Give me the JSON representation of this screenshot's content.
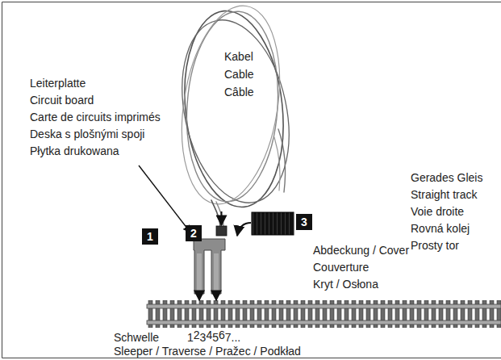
{
  "diagram": {
    "labels": [
      "Leiterplatte",
      "Circuit board",
      "Carte de circuits imprimés",
      "Deska s plošnými spoji",
      "Płytka drukowana",
      "Kabel",
      "Cable",
      "Câble",
      "1",
      "2",
      "3",
      "Abdeckung / Cover",
      "Couverture",
      "Kryt / Osłona",
      "Gerades Gleis",
      "Straight track",
      "Voie droite",
      "Rovná kolej",
      "Prosty tor",
      "Schwelle",
      "1234567...",
      "Sleeper / Traverse / Pražec / Podkład"
    ]
  }
}
